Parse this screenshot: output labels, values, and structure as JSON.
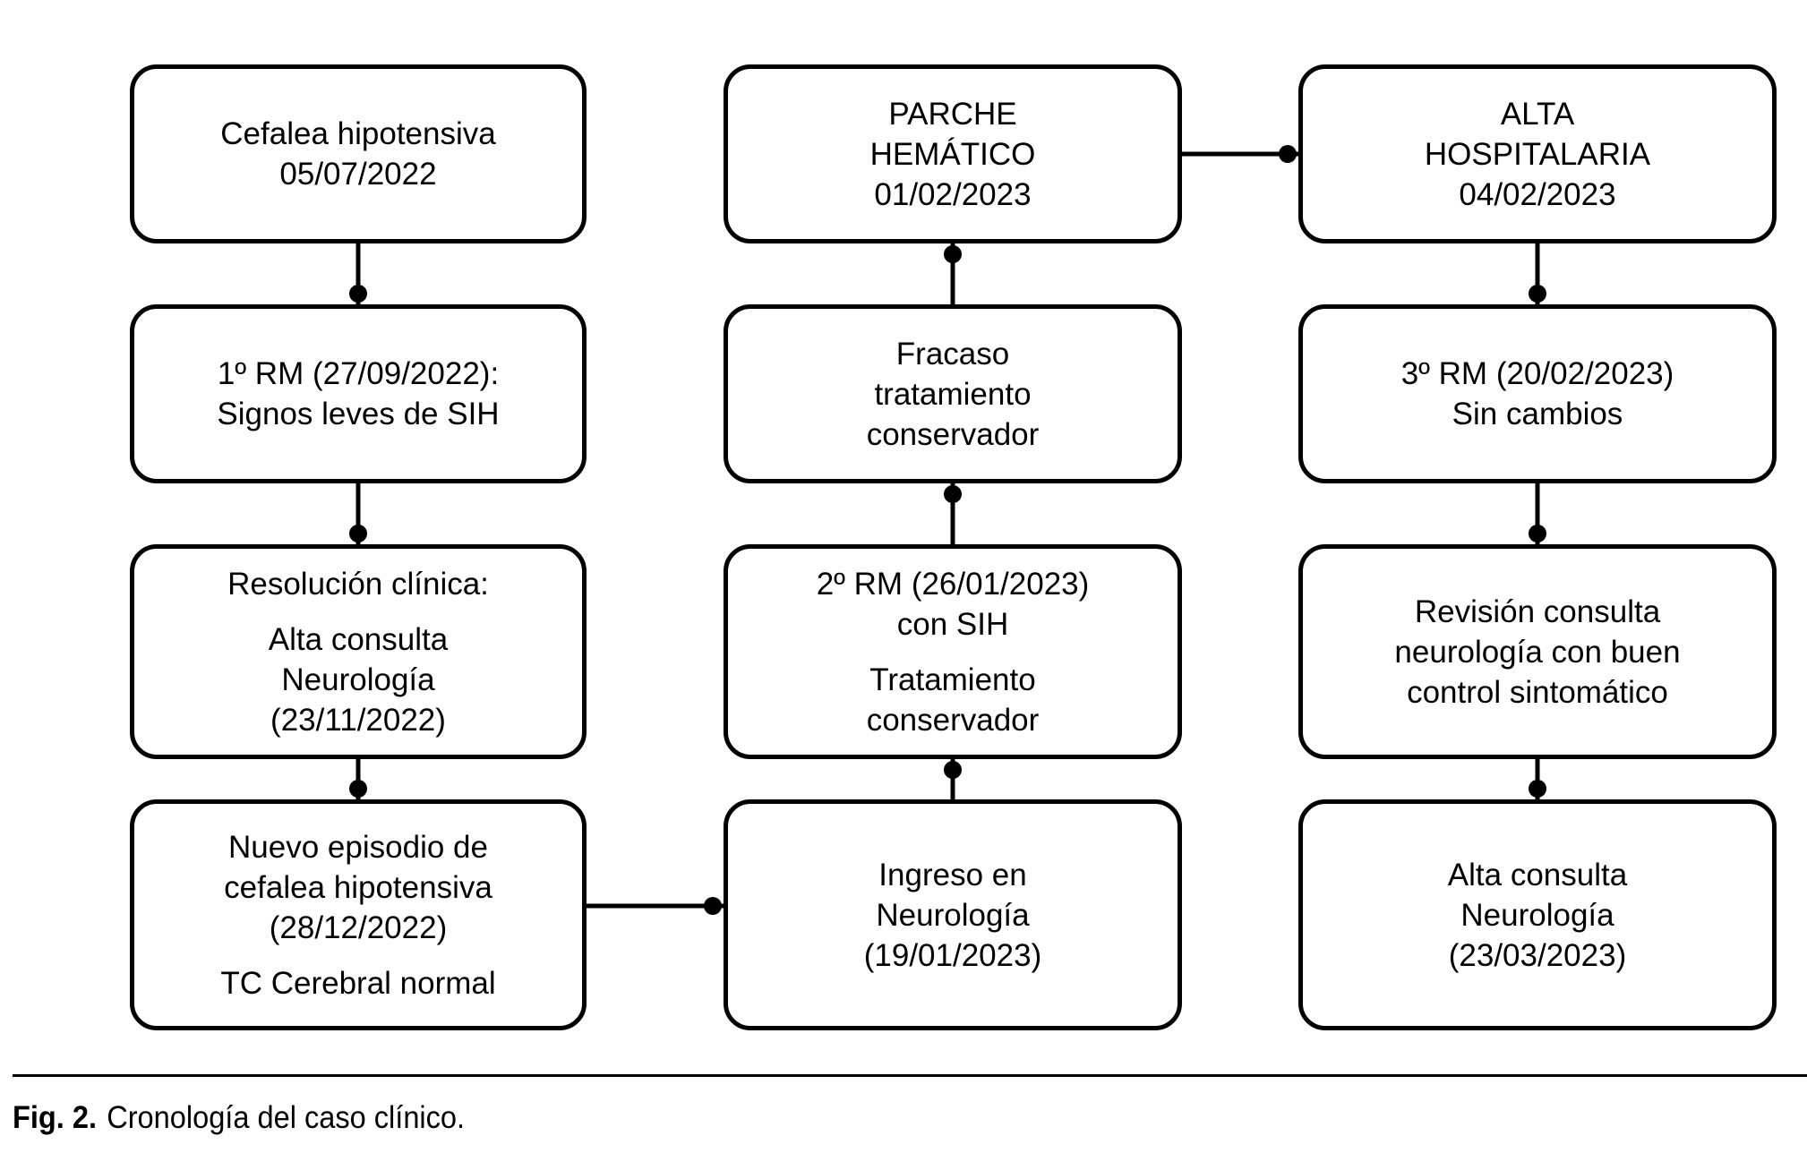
{
  "figure_caption": {
    "label": "Fig. 2.",
    "text": "Cronología del caso clínico."
  },
  "colors": {
    "background": "#ffffff",
    "box_fill": "#ffffff",
    "box_border": "#000000",
    "connector": "#000000",
    "text": "#000000"
  },
  "boxes": {
    "cefalea_hipotensiva": {
      "lines": [
        "Cefalea hipotensiva",
        "05/07/2022"
      ]
    },
    "rm1": {
      "lines": [
        "1º RM (27/09/2022):",
        "Signos leves de SIH"
      ]
    },
    "resolucion_clinica": {
      "lines": [
        "Resolución clínica:",
        "Alta consulta",
        "Neurología",
        "(23/11/2022)"
      ]
    },
    "nuevo_episodio": {
      "lines": [
        "Nuevo episodio de",
        "cefalea hipotensiva",
        "(28/12/2022)",
        "TC Cerebral normal"
      ]
    },
    "parche_hematico": {
      "lines": [
        "PARCHE",
        "HEMÁTICO",
        "01/02/2023"
      ]
    },
    "fracaso_tratamiento": {
      "lines": [
        "Fracaso",
        "tratamiento",
        "conservador"
      ]
    },
    "rm2": {
      "lines": [
        "2º RM (26/01/2023)",
        "con SIH",
        "Tratamiento",
        "conservador"
      ]
    },
    "ingreso_neurologia": {
      "lines": [
        "Ingreso en",
        "Neurología",
        "(19/01/2023)"
      ]
    },
    "alta_hospitalaria": {
      "lines": [
        "ALTA",
        "HOSPITALARIA",
        "04/02/2023"
      ]
    },
    "rm3": {
      "lines": [
        "3º RM (20/02/2023)",
        "Sin cambios"
      ]
    },
    "revision_consulta": {
      "lines": [
        "Revisión consulta",
        "neurología con buen",
        "control sintomático"
      ]
    },
    "alta_consulta": {
      "lines": [
        "Alta consulta",
        "Neurología",
        "(23/03/2023)"
      ]
    }
  },
  "edges": [
    {
      "from": "cefalea_hipotensiva",
      "to": "rm1"
    },
    {
      "from": "rm1",
      "to": "resolucion_clinica"
    },
    {
      "from": "resolucion_clinica",
      "to": "nuevo_episodio"
    },
    {
      "from": "nuevo_episodio",
      "to": "ingreso_neurologia"
    },
    {
      "from": "ingreso_neurologia",
      "to": "rm2"
    },
    {
      "from": "rm2",
      "to": "fracaso_tratamiento"
    },
    {
      "from": "fracaso_tratamiento",
      "to": "parche_hematico"
    },
    {
      "from": "parche_hematico",
      "to": "alta_hospitalaria"
    },
    {
      "from": "alta_hospitalaria",
      "to": "rm3"
    },
    {
      "from": "rm3",
      "to": "revision_consulta"
    },
    {
      "from": "revision_consulta",
      "to": "alta_consulta"
    }
  ]
}
